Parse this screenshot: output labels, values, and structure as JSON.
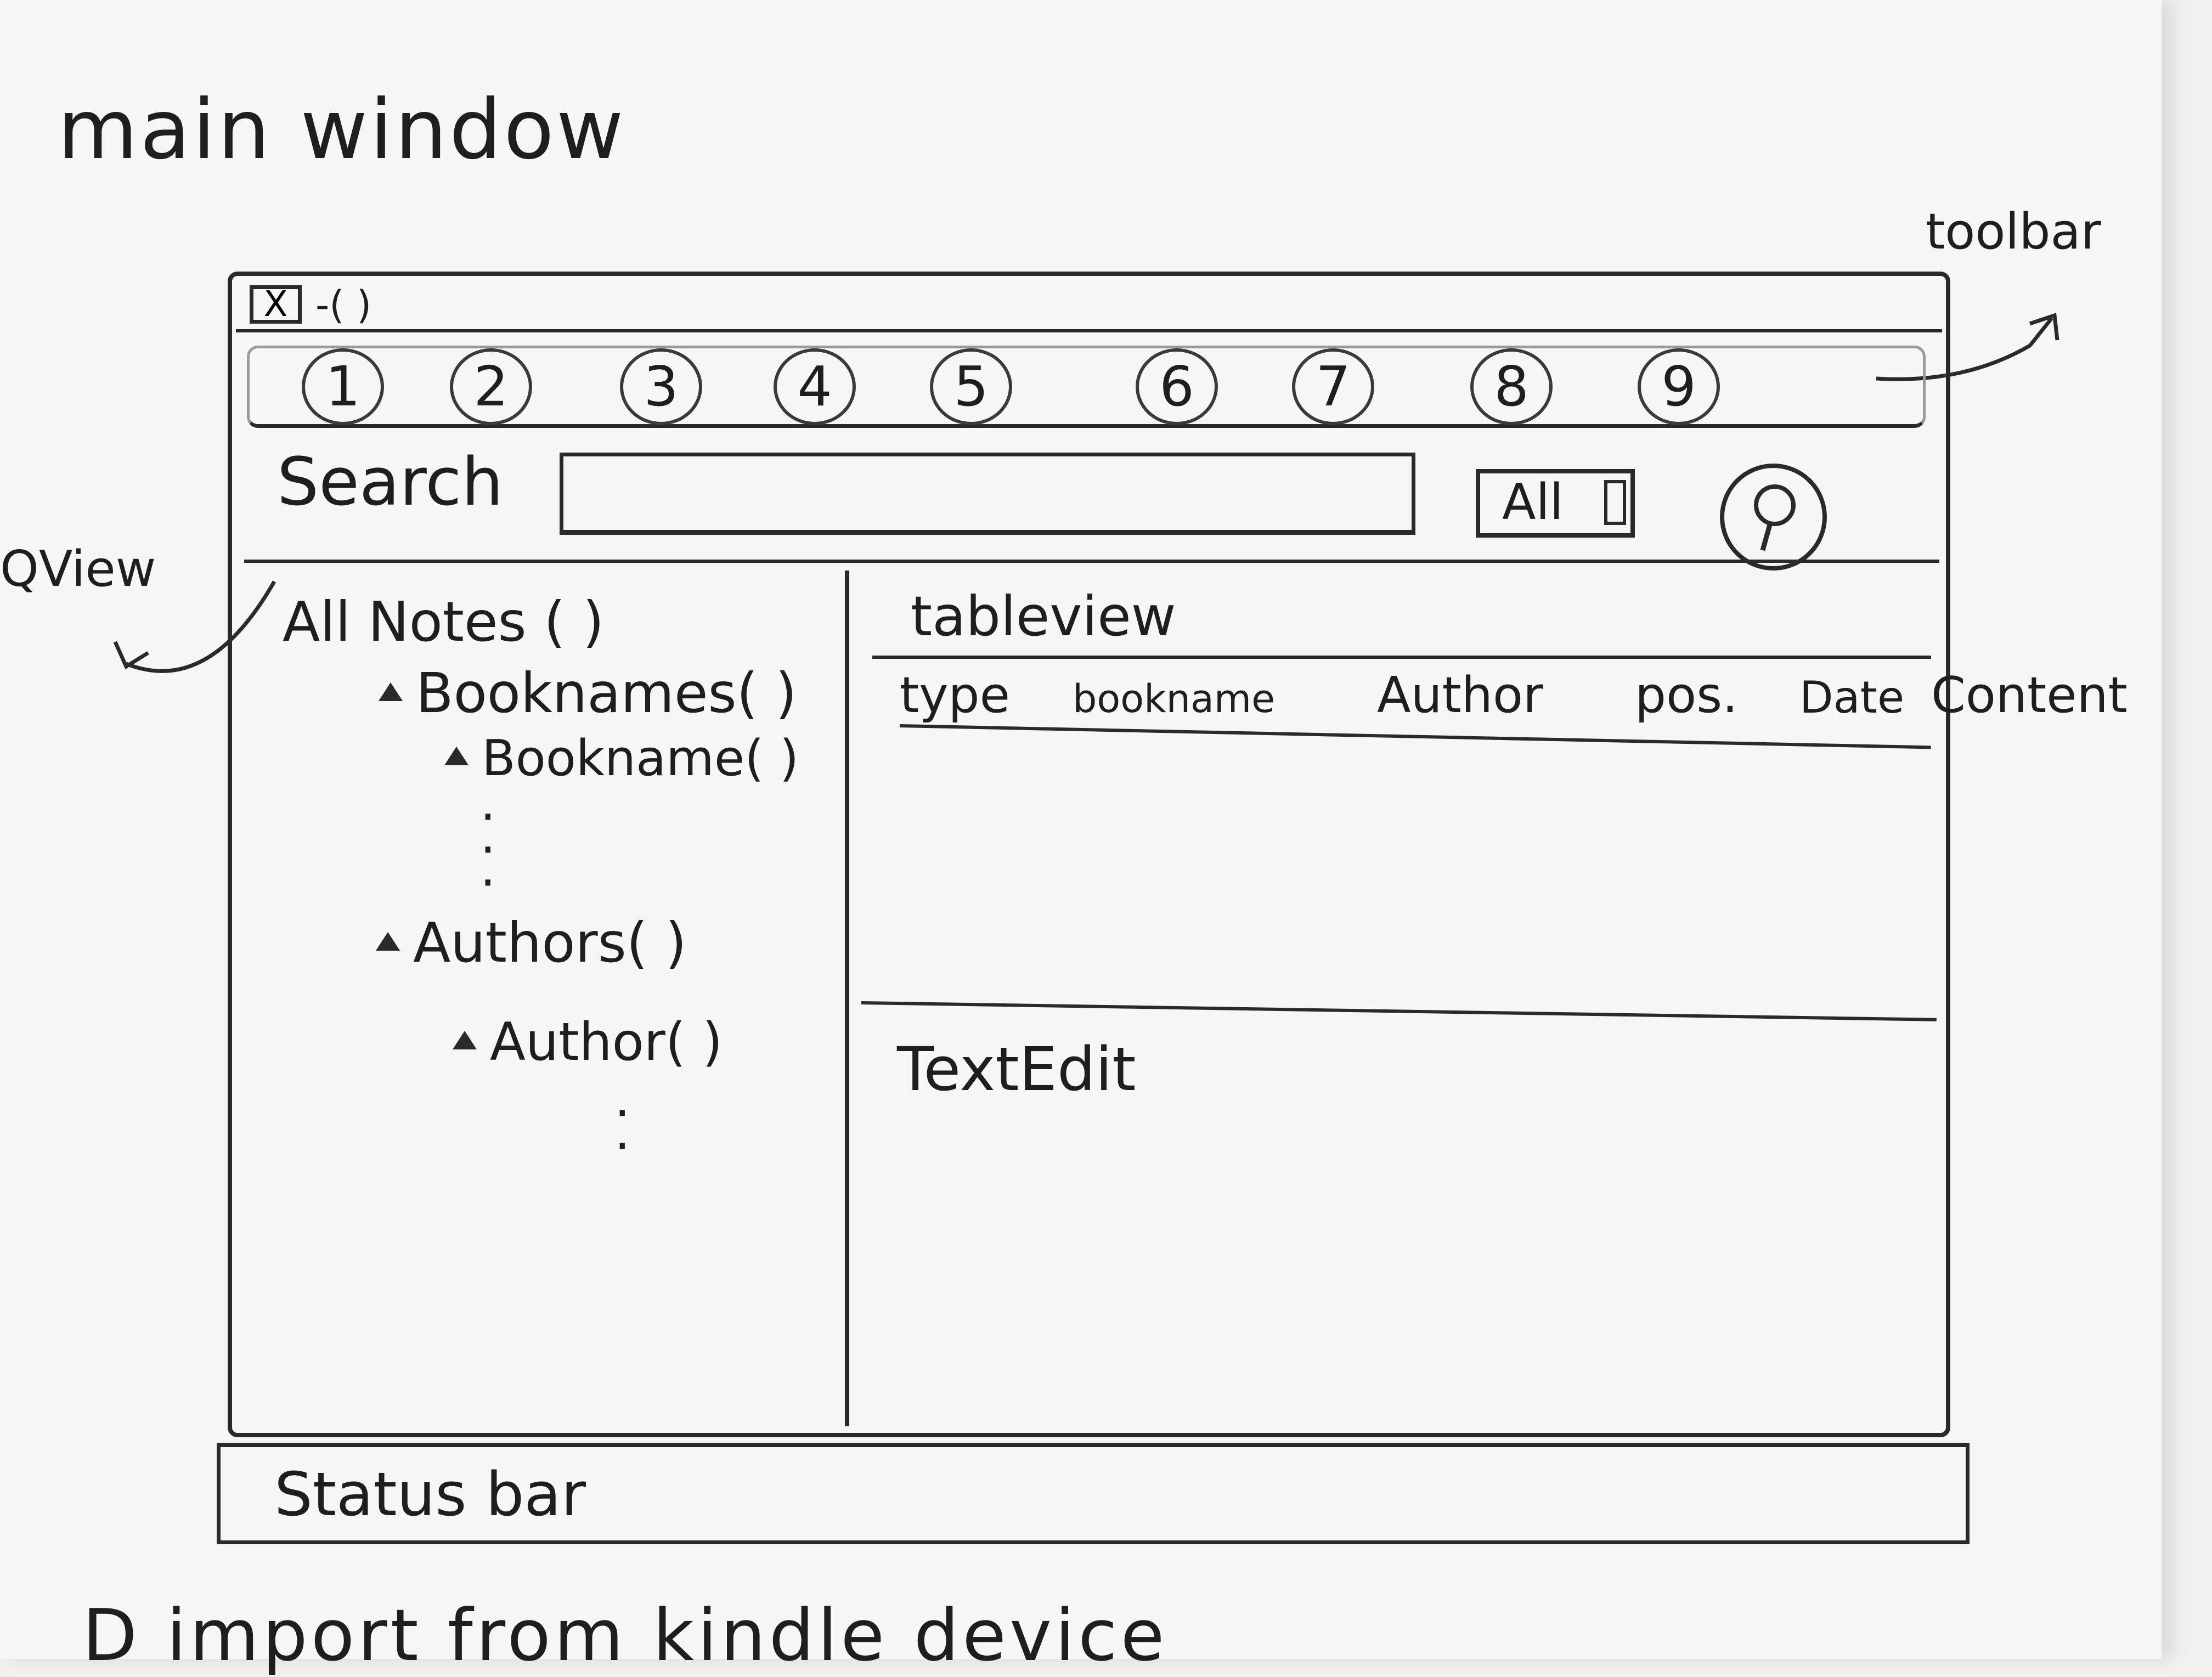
{
  "page_title": "main window",
  "annotations": {
    "toolbar": "toolbar",
    "qview": "QView",
    "bottom_note": "D import from kindle device"
  },
  "window": {
    "close_glyph": "X",
    "title": "-( )",
    "toolbar_buttons": [
      "1",
      "2",
      "3",
      "4",
      "5",
      "6",
      "7",
      "8",
      "9"
    ],
    "search": {
      "label": "Search",
      "value": "",
      "scope": "All"
    },
    "tree": [
      {
        "label": "All Notes ( )",
        "level": 0,
        "marker": false
      },
      {
        "label": "Booknames( )",
        "level": 1,
        "marker": true
      },
      {
        "label": "Bookname( )",
        "level": 2,
        "marker": true
      },
      {
        "label": "Authors( )",
        "level": 1,
        "marker": true
      },
      {
        "label": "Author( )",
        "level": 2,
        "marker": true
      }
    ],
    "table": {
      "title": "tableview",
      "columns": [
        "type",
        "bookname",
        "Author",
        "pos.",
        "Date",
        "Content"
      ]
    },
    "text_edit": {
      "label": "TextEdit"
    },
    "status_bar": {
      "label": "Status bar"
    }
  }
}
